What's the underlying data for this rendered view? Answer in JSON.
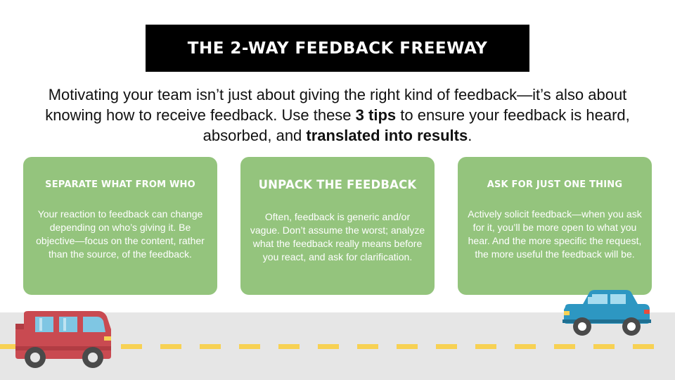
{
  "title": "THE 2-WAY FEEDBACK FREEWAY",
  "intro": {
    "part1": "Motivating your team isn’t just about giving the right kind of feedback—it’s also about knowing how to receive feedback. Use these ",
    "bold1": "3 tips",
    "part2": " to ensure your feedback is heard, absorbed, and ",
    "bold2": "translated into results",
    "part3": "."
  },
  "cards": [
    {
      "title": "SEPARATE WHAT FROM WHO",
      "body": "Your reaction to feedback can change depending on who’s giving it. Be objective—focus on the content, rather than the source, of the feedback."
    },
    {
      "title": "UNPACK THE FEEDBACK",
      "body": "Often, feedback is generic and/or vague. Don’t assume the worst; analyze what the feedback really means before you react, and ask for clarification."
    },
    {
      "title": "ASK FOR JUST ONE THING",
      "body": "Actively solicit feedback—when you ask for it, you’ll be more open to what you hear. And the more specific the request, the more useful the feedback will be."
    }
  ],
  "colors": {
    "card_green": "#94c47d",
    "road_gray": "#e6e6e6",
    "lane_yellow": "#f7d154",
    "bus_red": "#c94a51",
    "car_blue": "#2d97c2"
  }
}
